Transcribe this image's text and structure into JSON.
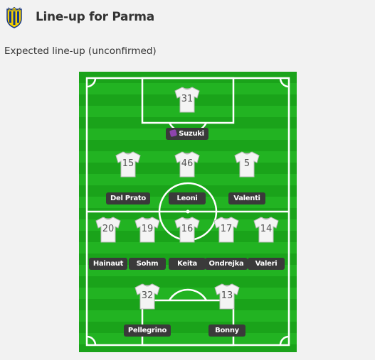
{
  "header": {
    "title": "Line-up for Parma",
    "subtitle": "Expected line-up (unconfirmed)"
  },
  "colors": {
    "pitch_dark": "#1aa31a",
    "pitch_light": "#22b322",
    "name_badge": "#3a3a3a",
    "captain_badge": "#8e44ad"
  },
  "lineup": {
    "goalkeeper": [
      {
        "number": "31",
        "name": "Suzuki",
        "captain": true
      }
    ],
    "defence": [
      {
        "number": "15",
        "name": "Del Prato"
      },
      {
        "number": "46",
        "name": "Leoni"
      },
      {
        "number": "5",
        "name": "Valenti"
      }
    ],
    "midfield": [
      {
        "number": "20",
        "name": "Hainaut"
      },
      {
        "number": "19",
        "name": "Sohm"
      },
      {
        "number": "16",
        "name": "Keita"
      },
      {
        "number": "17",
        "name": "Ondrejka"
      },
      {
        "number": "14",
        "name": "Valeri"
      }
    ],
    "attack": [
      {
        "number": "32",
        "name": "Pellegrino"
      },
      {
        "number": "13",
        "name": "Bonny"
      }
    ]
  }
}
